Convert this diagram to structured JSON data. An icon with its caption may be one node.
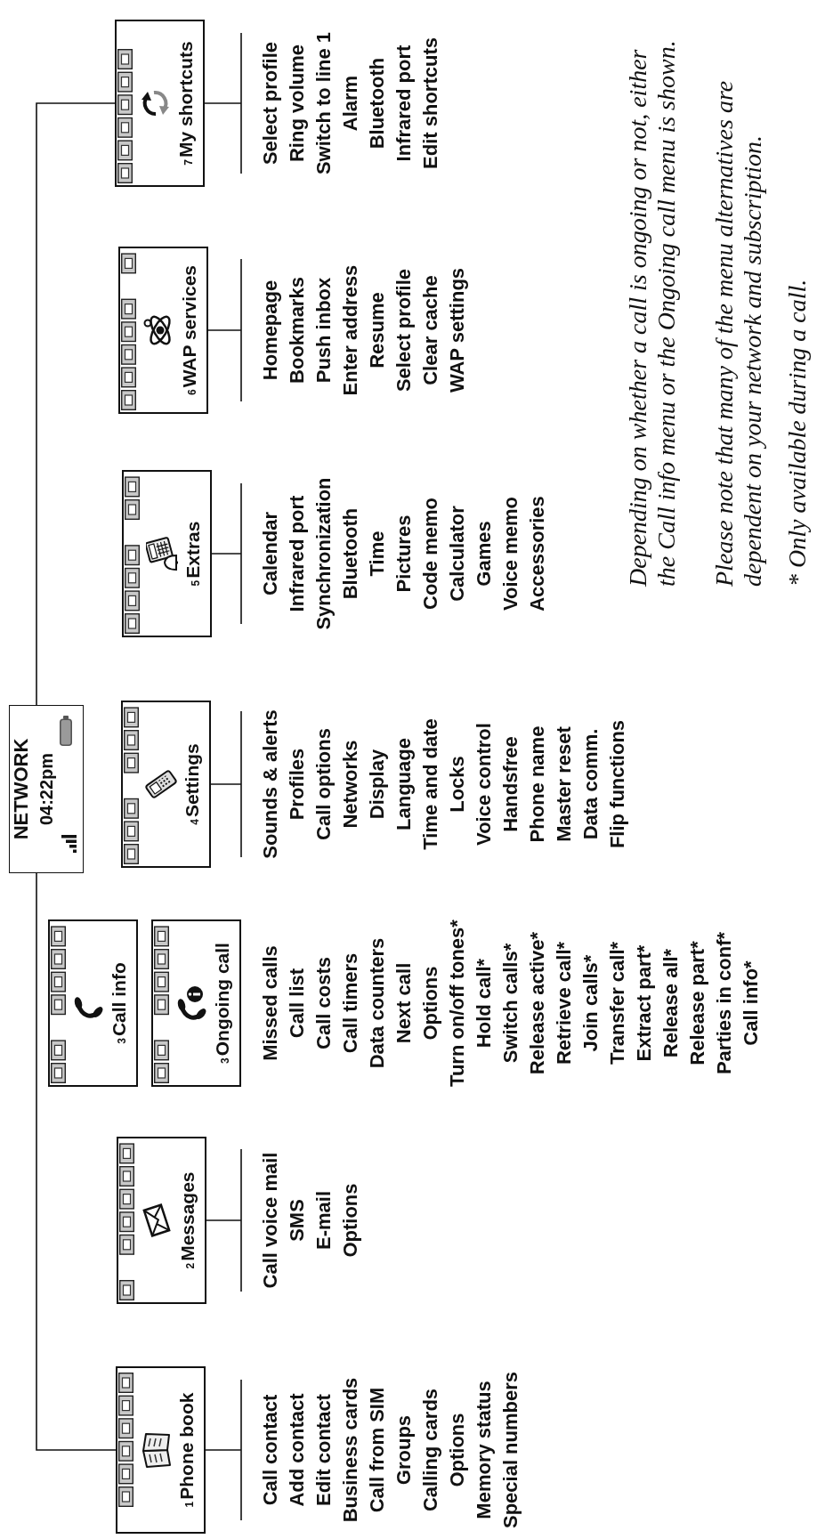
{
  "diagram": {
    "nodes": [
      {
        "text": [
          "NETWORK",
          "04:22pm"
        ]
      },
      {
        "text": [
          "1",
          "Phone book"
        ]
      },
      {
        "text": [
          "2",
          "Messages"
        ]
      },
      {
        "text": [
          "3",
          "Call info"
        ]
      },
      {
        "text": [
          "3",
          "Ongoing call"
        ]
      },
      {
        "text": [
          "4",
          "Settings"
        ]
      },
      {
        "text": [
          "5",
          "Extras"
        ]
      },
      {
        "text": [
          "6",
          "WAP services"
        ]
      },
      {
        "text": [
          "7",
          "My shortcuts"
        ]
      },
      {
        "text": [
          "Call contact",
          "Add contact",
          "Edit contact",
          "Business cards",
          "Call from SIM",
          "Groups",
          "Calling cards",
          "Options",
          "Memory status",
          "Special numbers"
        ]
      },
      {
        "text": [
          "Call voice mail",
          "SMS",
          "E-mail",
          "Options"
        ]
      },
      {
        "text": [
          "Missed calls",
          "Call list",
          "Call costs",
          "Call timers",
          "Data counters",
          "Next call",
          "Options",
          "Turn on/off tones*",
          "Hold call*",
          "Switch calls*",
          "Release active*",
          "Retrieve call*",
          "Join calls*",
          "Transfer call*",
          "Extract part*",
          "Release all*",
          "Release part*",
          "Parties in conf*",
          "Call info*"
        ]
      },
      {
        "text": [
          "Sounds & alerts",
          "Profiles",
          "Call options",
          "Networks",
          "Display",
          "Language",
          "Time and date",
          "Locks",
          "Voice control",
          "Handsfree",
          "Phone name",
          "Master reset",
          "Data comm.",
          "Flip functions"
        ]
      },
      {
        "text": [
          "Calendar",
          "Infrared port",
          "Synchronization",
          "Bluetooth",
          "Time",
          "Pictures",
          "Code memo",
          "Calculator",
          "Games",
          "Voice memo",
          "Accessories"
        ]
      },
      {
        "text": [
          "Homepage",
          "Bookmarks",
          "Push inbox",
          "Enter address",
          "Resume",
          "Select profile",
          "Clear cache",
          "WAP settings"
        ]
      },
      {
        "text": [
          "Select profile",
          "Ring volume",
          "Switch to line 1",
          "Alarm",
          "Bluetooth",
          "Infrared port",
          "Edit shortcuts"
        ]
      }
    ],
    "edges": [
      {
        "from": 0,
        "to": 1,
        "arrow": "none"
      },
      {
        "from": 0,
        "to": 8,
        "arrow": "none"
      },
      {
        "from": 1,
        "to": 9,
        "arrow": "none"
      },
      {
        "from": 2,
        "to": 10,
        "arrow": "none"
      },
      {
        "from": 5,
        "to": 12,
        "arrow": "none"
      },
      {
        "from": 6,
        "to": 13,
        "arrow": "none"
      },
      {
        "from": 7,
        "to": 14,
        "arrow": "none"
      },
      {
        "from": 8,
        "to": 15,
        "arrow": "none"
      }
    ],
    "labels": [
      "Depending on whether a call is ongoing or not, either the Call info menu or the Ongoing call menu is shown.",
      "Please note that many of the menu alternatives are dependent on your network and subscription.",
      "* Only available during a call."
    ]
  }
}
